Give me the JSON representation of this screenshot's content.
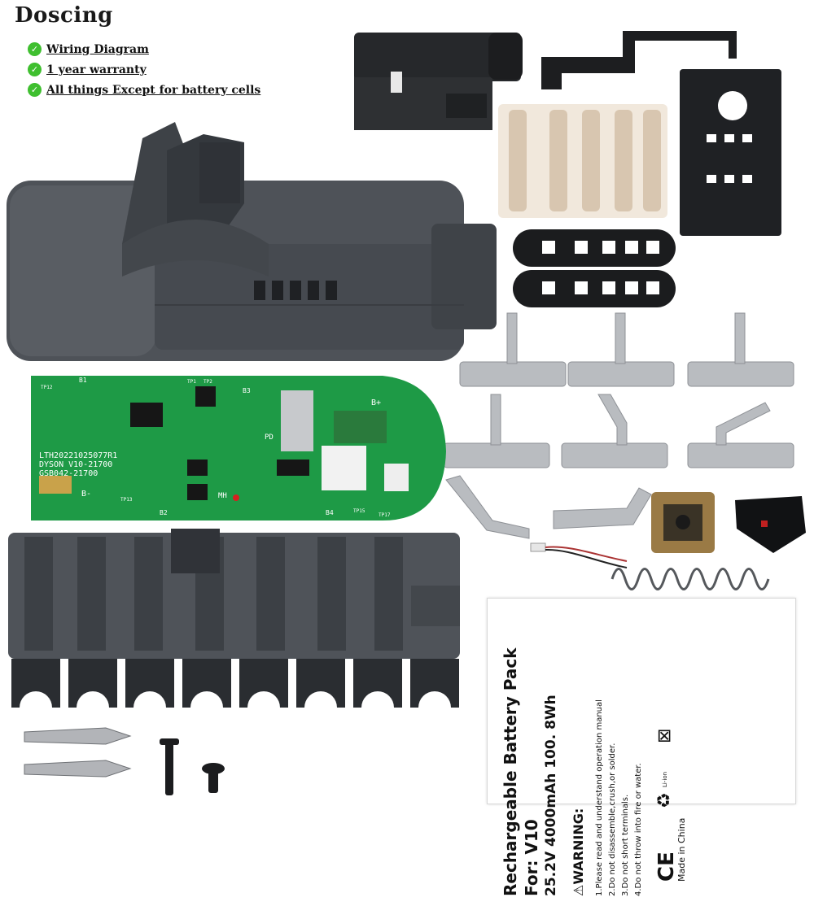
{
  "brand": "Doscing",
  "features": [
    {
      "text": "Wiring Diagram"
    },
    {
      "text": "1 year warranty"
    },
    {
      "text": "All things Except for battery cells"
    }
  ],
  "pcb": {
    "line1": "LTH20221025077R1",
    "line2": "DYSON V10-21700",
    "line3": "GSB042-21700",
    "labels": [
      "B1",
      "B2",
      "B3",
      "B4",
      "B-",
      "B+",
      "MH",
      "PD",
      "TP1",
      "TP2",
      "TP12",
      "TP13",
      "TP15",
      "TP17"
    ]
  },
  "label": {
    "title": "Rechargeable Battery Pack",
    "model": "For: V10",
    "spec": "25.2V 4000mAh 100. 8Wh",
    "warning_title": "WARNING:",
    "warnings": [
      "1.Please read and understand operation manual",
      "2.Do not disassemble,crush,or solder.",
      "3.Do not short terminals.",
      "4.Do not throw into fire or water."
    ],
    "made_in": "Made in China",
    "ce": "CE",
    "liion": "Li-ion"
  },
  "colors": {
    "housing": "#4e5258",
    "pcb": "#1e9a46",
    "check": "#3fbf2f",
    "metal": "#b9bcc0"
  }
}
